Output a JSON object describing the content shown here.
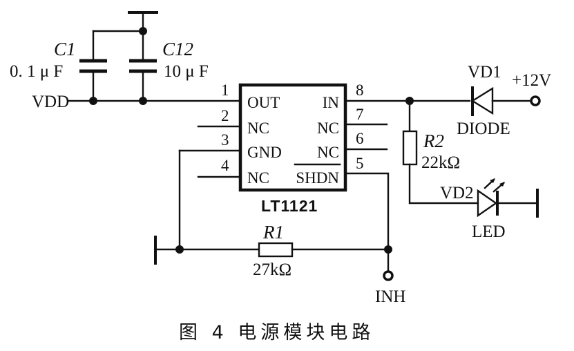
{
  "caption": "图 4  电源模块电路",
  "chip": {
    "name": "LT1121",
    "pins_left": [
      {
        "number": "1",
        "label": "OUT"
      },
      {
        "number": "2",
        "label": "NC"
      },
      {
        "number": "3",
        "label": "GND"
      },
      {
        "number": "4",
        "label": "NC"
      }
    ],
    "pins_right": [
      {
        "number": "8",
        "label": "IN"
      },
      {
        "number": "7",
        "label": "NC"
      },
      {
        "number": "6",
        "label": "NC"
      },
      {
        "number": "5",
        "label": "SHDN",
        "overline": true
      }
    ]
  },
  "components": {
    "c1": {
      "ref": "C1",
      "value": "0. 1 μ F"
    },
    "c12": {
      "ref": "C12",
      "value": "10 μ F"
    },
    "r1": {
      "ref": "R1",
      "value": "27kΩ"
    },
    "r2": {
      "ref": "R2",
      "value": "22kΩ"
    },
    "vd1": {
      "ref": "VD1",
      "type": "DIODE"
    },
    "vd2": {
      "ref": "VD2",
      "type": "LED"
    }
  },
  "nets": {
    "vdd": "VDD",
    "supply": "+12V",
    "inhibit": "INH"
  }
}
